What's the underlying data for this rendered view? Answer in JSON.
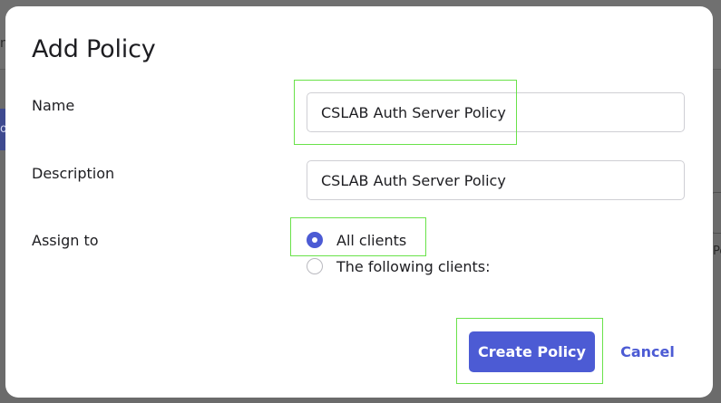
{
  "background": {
    "fragment_left_top": "n",
    "fragment_left_chip": "o",
    "fragment_right": "Po"
  },
  "dialog": {
    "title": "Add Policy",
    "fields": {
      "name": {
        "label": "Name",
        "value": "CSLAB Auth Server Policy"
      },
      "description": {
        "label": "Description",
        "value": "CSLAB Auth Server Policy"
      },
      "assign_to": {
        "label": "Assign to",
        "options": [
          {
            "label": "All clients",
            "selected": true
          },
          {
            "label": "The following clients:",
            "selected": false
          }
        ]
      }
    },
    "actions": {
      "primary_label": "Create Policy",
      "cancel_label": "Cancel"
    }
  },
  "colors": {
    "accent": "#4c5bd4",
    "highlight": "#69e24a",
    "overlay": "#6b6b6b"
  }
}
